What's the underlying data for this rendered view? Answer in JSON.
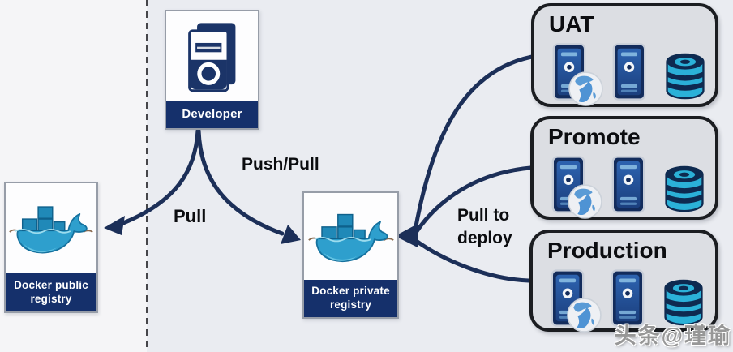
{
  "diagram": {
    "developer": {
      "label": "Developer"
    },
    "public_registry": {
      "label": "Docker public registry"
    },
    "private_registry": {
      "label": "Docker private registry"
    },
    "environments": [
      {
        "title": "UAT"
      },
      {
        "title": "Promote"
      },
      {
        "title": "Production"
      }
    ],
    "arrow_labels": {
      "pull": "Pull",
      "push_pull": "Push/Pull",
      "pull_to_deploy": "Pull to deploy"
    },
    "icons": {
      "developer": "computer-tower-icon",
      "registries": "docker-whale-icon",
      "environment": [
        "server-icon",
        "server-icon",
        "database-icon",
        "globe-icon"
      ]
    }
  },
  "watermark": {
    "text": "头条@瑾瑜"
  },
  "colors": {
    "background": "#eaecf1",
    "left_strip": "#f5f5f7",
    "arrow_navy": "#1c2f58",
    "label_bar_navy": "#15306b",
    "docker_whale_blue": "#2e9fcd",
    "container_blue": "#2089b8",
    "env_box_fill": "#dcdee3",
    "env_box_border": "#1b1d21",
    "server_navy": "#132c5c",
    "server_panel_blue": "#2d63b0",
    "database_cyan": "#2bb1d8",
    "database_navy": "#0e2a50",
    "watermark_gray": "#979797"
  }
}
